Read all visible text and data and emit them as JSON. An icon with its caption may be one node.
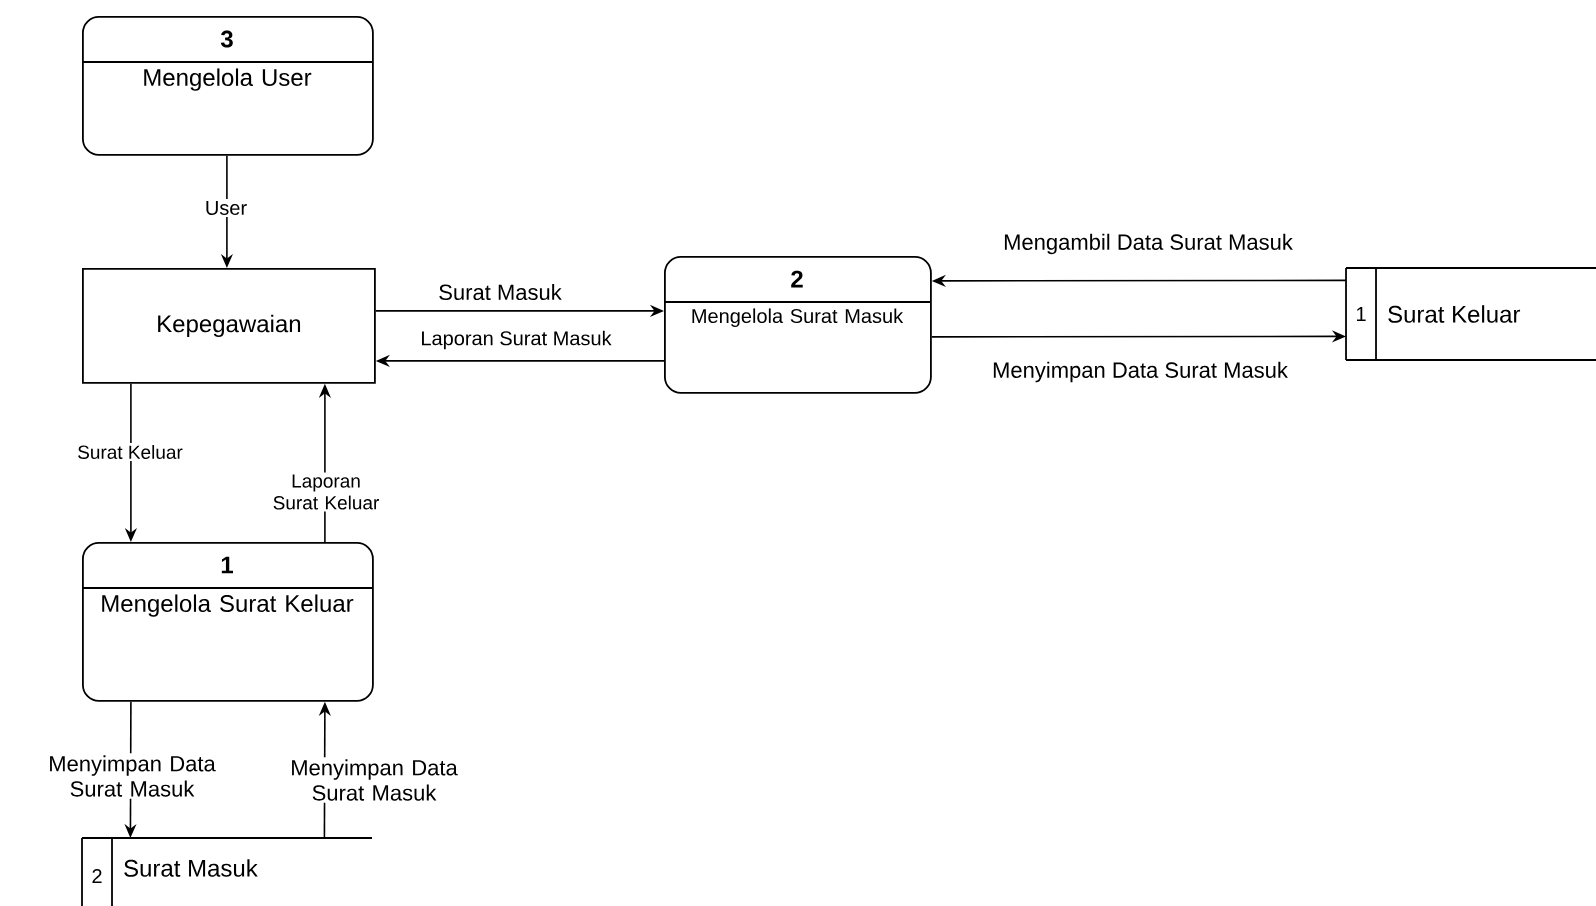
{
  "diagram": {
    "nodes": [
      {
        "text": [
          "3",
          "Mengelola User"
        ]
      },
      {
        "text": [
          "Kepegawaian"
        ]
      },
      {
        "text": [
          "2",
          "Mengelola Surat Masuk"
        ]
      },
      {
        "text": [
          "1",
          "Surat Keluar"
        ]
      },
      {
        "text": [
          "1",
          "Mengelola Surat Keluar"
        ]
      },
      {
        "text": [
          "2",
          "Surat Masuk"
        ]
      }
    ],
    "edges": [
      {
        "from": 0,
        "to": 1,
        "arrow": "to",
        "label": "User"
      },
      {
        "from": 1,
        "to": 2,
        "arrow": "to",
        "label": "Surat Masuk"
      },
      {
        "from": 2,
        "to": 1,
        "arrow": "to",
        "label": "Laporan Surat Masuk"
      },
      {
        "from": 3,
        "to": 2,
        "arrow": "to",
        "label": "Mengambil Data Surat Masuk"
      },
      {
        "from": 2,
        "to": 3,
        "arrow": "to",
        "label": "Menyimpan Data Surat Masuk"
      },
      {
        "from": 1,
        "to": 4,
        "arrow": "to",
        "label": "Surat Keluar"
      },
      {
        "from": 4,
        "to": 1,
        "arrow": "to",
        "label": "Laporan Surat Keluar"
      },
      {
        "from": 4,
        "to": 5,
        "arrow": "to",
        "label": "Menyimpan Data Surat Masuk"
      },
      {
        "from": 5,
        "to": 4,
        "arrow": "to",
        "label": "Menyimpan Data Surat Masuk"
      }
    ]
  }
}
